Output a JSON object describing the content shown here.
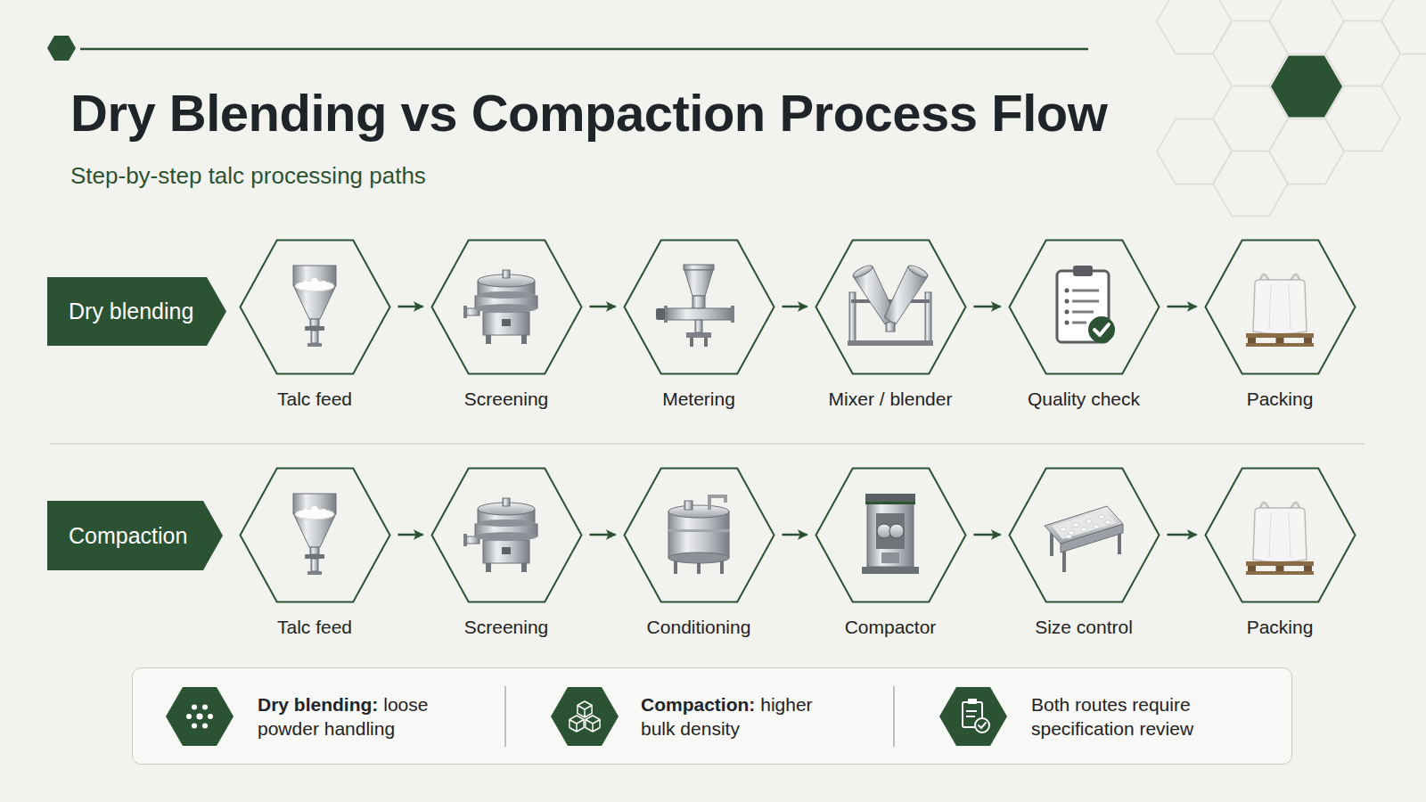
{
  "diagram": {
    "title": "Dry Blending vs Compaction Process Flow",
    "nodes": [
      {
        "text": [
          "Dry blending"
        ]
      },
      {
        "text": [
          "Talc feed"
        ]
      },
      {
        "text": [
          "Screening"
        ]
      },
      {
        "text": [
          "Metering"
        ]
      },
      {
        "text": [
          "Mixer / blender"
        ]
      },
      {
        "text": [
          "Quality check"
        ]
      },
      {
        "text": [
          "Packing"
        ]
      },
      {
        "text": [
          "Compaction"
        ]
      },
      {
        "text": [
          "Talc feed"
        ]
      },
      {
        "text": [
          "Screening"
        ]
      },
      {
        "text": [
          "Conditioning"
        ]
      },
      {
        "text": [
          "Compactor"
        ]
      },
      {
        "text": [
          "Size control"
        ]
      },
      {
        "text": [
          "Packing"
        ]
      },
      {
        "text": [
          "Dry blending:",
          "loose powder handling",
          "Compaction:",
          "higher bulk density",
          "Both routes require specification review"
        ]
      }
    ],
    "edges": [
      {
        "from": 1,
        "to": 2,
        "arrow": "to"
      },
      {
        "from": 2,
        "to": 3,
        "arrow": "to"
      },
      {
        "from": 3,
        "to": 4,
        "arrow": "to"
      },
      {
        "from": 4,
        "to": 5,
        "arrow": "to"
      },
      {
        "from": 5,
        "to": 6,
        "arrow": "to"
      },
      {
        "from": 8,
        "to": 9,
        "arrow": "to"
      },
      {
        "from": 9,
        "to": 10,
        "arrow": "to"
      },
      {
        "from": 10,
        "to": 11,
        "arrow": "to"
      },
      {
        "from": 11,
        "to": 12,
        "arrow": "to"
      },
      {
        "from": 12,
        "to": 13,
        "arrow": "to"
      }
    ],
    "labels": [
      "Step-by-step talc processing paths"
    ]
  }
}
